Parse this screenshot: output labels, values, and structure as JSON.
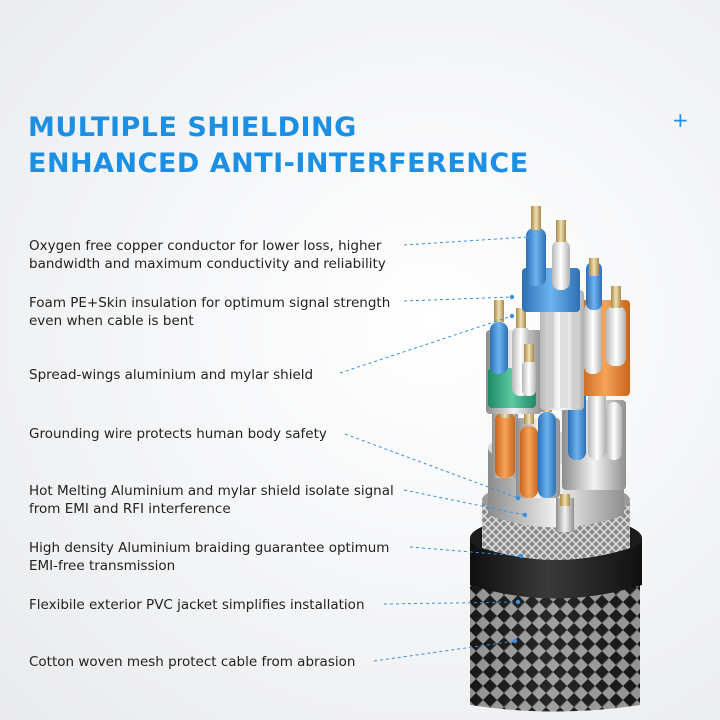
{
  "header": {
    "title_line1": "MULTIPLE SHIELDING",
    "title_line2": "ENHANCED ANTI-INTERFERENCE"
  },
  "colors": {
    "accent": "#1a8fe3",
    "text": "#222222",
    "pair_blue": "#4a93d6",
    "pair_orange": "#e8842e",
    "pair_green": "#3bae86",
    "jacket": "#2a2a2a"
  },
  "labels": [
    {
      "line1": "Oxygen free copper conductor for lower loss, higher",
      "line2": "bandwidth and maximum conductivity and reliability"
    },
    {
      "line1": "Foam PE+Skin insulation for optimum signal strength",
      "line2": "even when cable is bent"
    },
    {
      "line1": "Spread-wings aluminium and mylar shield",
      "line2": ""
    },
    {
      "line1": "Grounding wire protects human body safety",
      "line2": ""
    },
    {
      "line1": "Hot Melting Aluminium and mylar shield isolate signal",
      "line2": "from EMI and RFI interference"
    },
    {
      "line1": "High density Aluminium braiding guarantee optimum",
      "line2": "EMI-free transmission"
    },
    {
      "line1": "Flexibile exterior PVC jacket simplifies installation",
      "line2": ""
    },
    {
      "line1": "Cotton woven mesh protect cable from abrasion",
      "line2": ""
    }
  ],
  "icons": {
    "corner": "plus-icon"
  }
}
